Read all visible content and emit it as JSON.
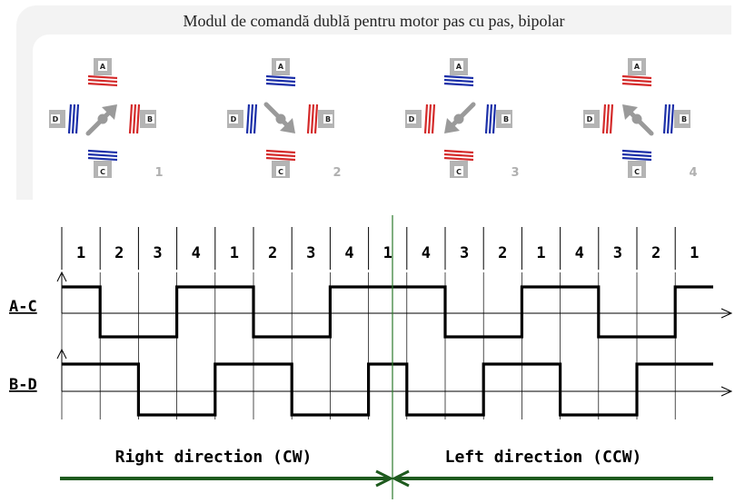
{
  "panel": {
    "title": "Modul de comandă dublă pentru motor pas cu pas, bipolar",
    "steps": [
      {
        "number": "1",
        "energized": {
          "A": "red",
          "B": "red",
          "C": "blue",
          "D": "blue"
        },
        "arrow": "up-right"
      },
      {
        "number": "2",
        "energized": {
          "A": "blue",
          "B": "red",
          "C": "red",
          "D": "blue"
        },
        "arrow": "down-right"
      },
      {
        "number": "3",
        "energized": {
          "A": "blue",
          "B": "blue",
          "C": "red",
          "D": "red"
        },
        "arrow": "down-left"
      },
      {
        "number": "4",
        "energized": {
          "A": "red",
          "B": "blue",
          "C": "blue",
          "D": "red"
        },
        "arrow": "up-left"
      }
    ],
    "pole_labels": {
      "A": "A",
      "B": "B",
      "C": "C",
      "D": "D"
    }
  },
  "timing": {
    "step_sequence": [
      "1",
      "2",
      "3",
      "4",
      "1",
      "2",
      "3",
      "4",
      "1",
      "4",
      "3",
      "2",
      "1",
      "4",
      "3",
      "2",
      "1"
    ],
    "signals": [
      {
        "label": "A-C",
        "levels": [
          1,
          0,
          0,
          1,
          1,
          0,
          0,
          1,
          1,
          1,
          0,
          0,
          1,
          1,
          0,
          0,
          1
        ]
      },
      {
        "label": "B-D",
        "levels": [
          1,
          1,
          0,
          0,
          1,
          1,
          0,
          0,
          1,
          0,
          0,
          1,
          1,
          0,
          0,
          1,
          1
        ]
      }
    ],
    "direction_right": "Right direction (CW)",
    "direction_left": "Left direction (CCW)"
  },
  "colors": {
    "red_coil": "#d42a2a",
    "blue_coil": "#1b2fa8",
    "pole": "#b4b4b4",
    "arrow": "#9a9a9a",
    "direction_line": "#1e5a1e",
    "divider": "#2c7a2c",
    "signal": "#000000"
  }
}
